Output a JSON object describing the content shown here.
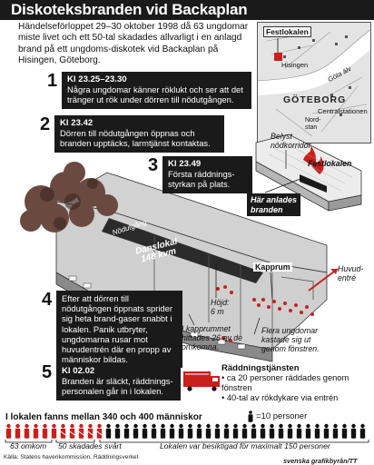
{
  "title": "Diskoteksbranden vid Backaplan",
  "intro": "Händelseförloppet 29–30 oktober 1998 då 63 ungdomar miste livet och ett 50-tal skadades allvarligt i en anlagd brand på ett ungdoms-diskotek vid Backaplan på Hisingen, Göteborg.",
  "map": {
    "festlokalen": "Festlokalen",
    "hisingen": "Hisingen",
    "gota_alv": "Göta älv",
    "goteborg": "GÖTEBORG",
    "centralstationen": "Centralstationen",
    "nordstan": "Nord-\nstan"
  },
  "steps": [
    {
      "num": "1",
      "time": "Kl 23.25–23.30",
      "text": "Några ungdomar känner röklukt och ser att det tränger ut rök under dörren till nödutgången."
    },
    {
      "num": "2",
      "time": "Kl 23.42",
      "text": "Dörren till nödutgången öppnas och branden upptäcks, larmtjänst kontaktas."
    },
    {
      "num": "3",
      "time": "Kl 23.49",
      "text": "Första räddnings-styrkan på plats."
    },
    {
      "num": "4",
      "time": "",
      "text": "Efter att dörren till nödutgången öppnats sprider sig heta brand-gaser snabbt i lokalen. Panik utbryter, ungdomarna rusar mot huvudentrén där en propp av människor bildas."
    },
    {
      "num": "5",
      "time": "Kl 02.02",
      "text": "Branden är släckt, räddnings-personalen går in i lokalen."
    }
  ],
  "labels": {
    "belyst": "Belyst\nnödkorridor",
    "festlokalen": "Festlokalen",
    "har_anlades": "Här anlades\nbranden",
    "nodutgang": "Nödutgång",
    "danslokal": "Danslokal",
    "danslokal_size": "148 kvm",
    "kapprum": "Kapprum",
    "hojd": "Höjd:\n6 m",
    "huvudentre": "Huvud-\nentré",
    "kapprummet": "I kapprummet\nhittades 26 av de\nomkomna.",
    "flera": "Flera ungdomar\nkastade sig ut\ngenom fönstren."
  },
  "raddning": {
    "heading": "Räddningstjänsten",
    "items": [
      "• ca 20 personer räddades genom fönstren",
      "• 40-tal av rökdykare via entrén"
    ]
  },
  "people": {
    "title": "I lokalen fanns mellan 340 och 400 människor",
    "legend": "=10 personer",
    "counts": {
      "dead": 63,
      "injured": 50,
      "capacity": 150,
      "total_min": 340,
      "total_max": 400,
      "per_icon": 10
    },
    "omkom_label": "63 omkom",
    "skadade_label": "50 skadades svårt",
    "besiktigad_label": "Lokalen var besiktigad för maximalt 150 personer"
  },
  "source": "Källa: Statens haverikommission, Räddningsverket",
  "credit": "svenska grafikbyrån/TT",
  "colors": {
    "accent_red": "#c8201c",
    "box_black": "#1a1a1a",
    "gray": "#b5b5b5"
  }
}
